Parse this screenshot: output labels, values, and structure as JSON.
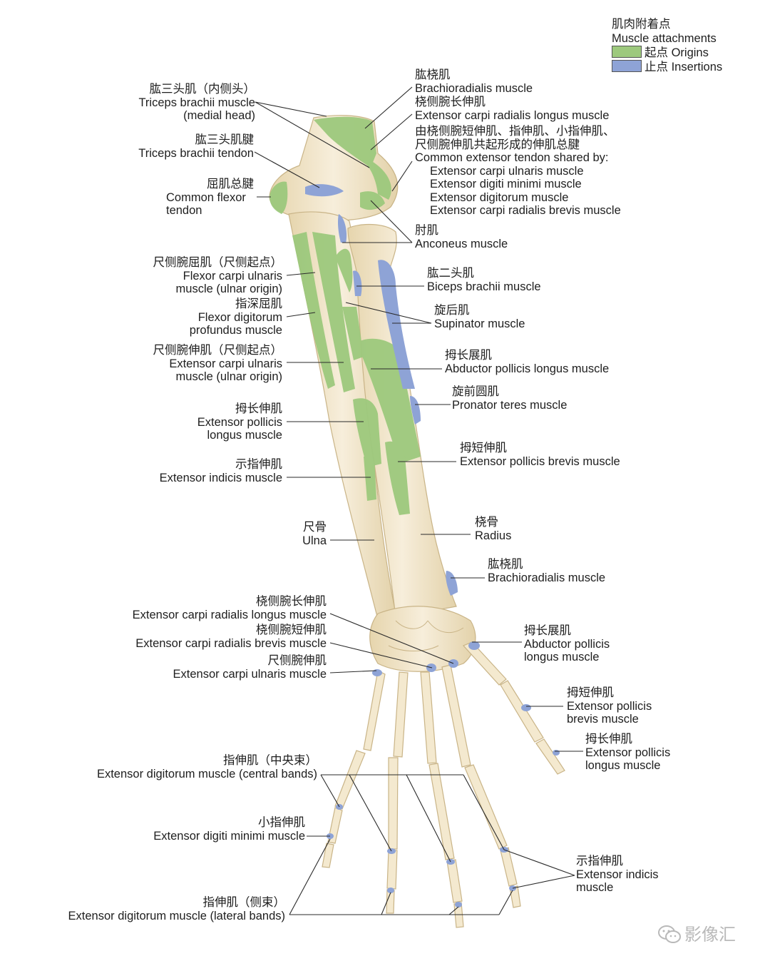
{
  "legend": {
    "title_cn": "肌肉附着点",
    "title_en": "Muscle attachments",
    "origins": "起点 Origins",
    "insertions": "止点 Insertions"
  },
  "colors": {
    "origin": "#9dc97d",
    "insertion": "#8ea3d6",
    "bone": "#f4e9cf",
    "bone_shade": "#e2d2ab",
    "line": "#2a2a2a"
  },
  "labels": {
    "triceps_medial": [
      "肱三头肌（内侧头）",
      "Triceps brachii muscle",
      "(medial head)"
    ],
    "triceps_tendon": [
      "肱三头肌腱",
      "Triceps brachii tendon"
    ],
    "common_flexor": [
      "屈肌总腱",
      "Common flexor",
      "tendon"
    ],
    "fcu": [
      "尺侧腕屈肌（尺侧起点）",
      "Flexor carpi ulnaris",
      "muscle (ulnar origin)"
    ],
    "fdp": [
      "指深屈肌",
      "Flexor digitorum",
      "profundus muscle"
    ],
    "ecu_origin": [
      "尺侧腕伸肌（尺侧起点）",
      "Extensor carpi ulnaris",
      "muscle (ulnar origin)"
    ],
    "epl": [
      "拇长伸肌",
      "Extensor pollicis",
      "longus muscle"
    ],
    "ei": [
      "示指伸肌",
      "Extensor indicis muscle"
    ],
    "ulna": [
      "尺骨",
      "Ulna"
    ],
    "brachioradialis_top": [
      "肱桡肌",
      "Brachioradialis muscle"
    ],
    "ecrl_top": [
      "桡侧腕长伸肌",
      "Extensor carpi radialis longus muscle"
    ],
    "common_extensor": [
      "由桡侧腕短伸肌、指伸肌、小指伸肌、",
      "尺侧腕伸肌共起形成的伸肌总腱",
      "Common extensor tendon shared by:"
    ],
    "common_extensor_list": [
      "Extensor carpi ulnaris muscle",
      "Extensor digiti minimi muscle",
      "Extensor digitorum muscle",
      "Extensor carpi radialis brevis muscle"
    ],
    "anconeus": [
      "肘肌",
      "Anconeus muscle"
    ],
    "biceps": [
      "肱二头肌",
      "Biceps brachii muscle"
    ],
    "supinator": [
      "旋后肌",
      "Supinator muscle"
    ],
    "apl_forearm": [
      "拇长展肌",
      "Abductor pollicis longus muscle"
    ],
    "pronator": [
      "旋前圆肌",
      "Pronator teres muscle"
    ],
    "epb_forearm": [
      "拇短伸肌",
      "Extensor pollicis brevis muscle"
    ],
    "radius": [
      "桡骨",
      "Radius"
    ],
    "brachioradialis_bottom": [
      "肱桡肌",
      "Brachioradialis muscle"
    ],
    "ecrl_hand": [
      "桡侧腕长伸肌",
      "Extensor carpi radialis longus muscle"
    ],
    "ecrb_hand": [
      "桡侧腕短伸肌",
      "Extensor carpi radialis brevis muscle"
    ],
    "ecu_hand": [
      "尺侧腕伸肌",
      "Extensor carpi ulnaris muscle"
    ],
    "apl_hand": [
      "拇长展肌",
      "Abductor pollicis",
      "longus muscle"
    ],
    "epb_hand": [
      "拇短伸肌",
      "Extensor pollicis",
      "brevis muscle"
    ],
    "epl_hand": [
      "拇长伸肌",
      "Extensor pollicis",
      "longus muscle"
    ],
    "ed_central": [
      "指伸肌（中央束）",
      "Extensor digitorum muscle (central bands)"
    ],
    "edm": [
      "小指伸肌",
      "Extensor digiti minimi muscle"
    ],
    "ed_lateral": [
      "指伸肌（侧束）",
      "Extensor digitorum muscle (lateral bands)"
    ],
    "ei_hand": [
      "示指伸肌",
      "Extensor indicis",
      "muscle"
    ]
  },
  "watermark": "影像汇"
}
